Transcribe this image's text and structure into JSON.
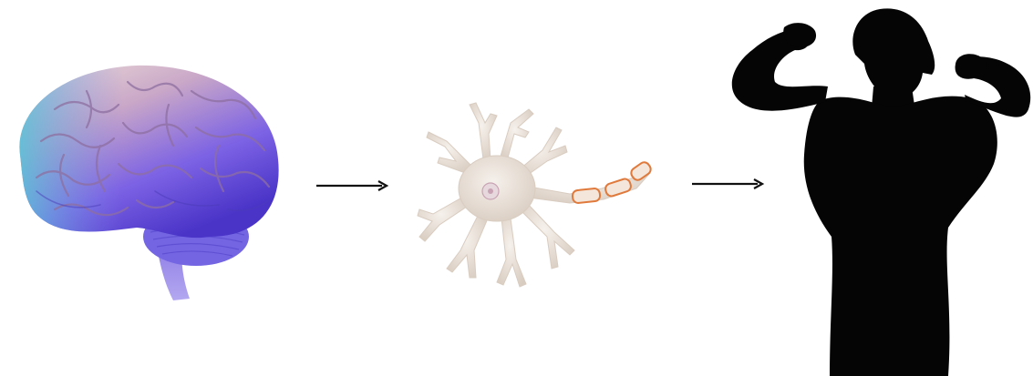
{
  "diagram": {
    "nodes": [
      {
        "id": "brain",
        "icon": "brain-icon"
      },
      {
        "id": "neuron",
        "icon": "neuron-icon"
      },
      {
        "id": "muscular-figure",
        "icon": "flexing-person-silhouette-icon"
      }
    ],
    "edges": [
      {
        "from": "brain",
        "to": "neuron"
      },
      {
        "from": "neuron",
        "to": "muscular-figure"
      }
    ]
  },
  "colors": {
    "background": "#ffffff",
    "arrow": "#111111",
    "brain_top": "#e9d3d0",
    "brain_bottom": "#6a4ee0",
    "brain_accent": "#57b9d6",
    "neuron_body": "#ece4dc",
    "neuron_myelin": "#e07a3c",
    "silhouette": "#050505"
  }
}
